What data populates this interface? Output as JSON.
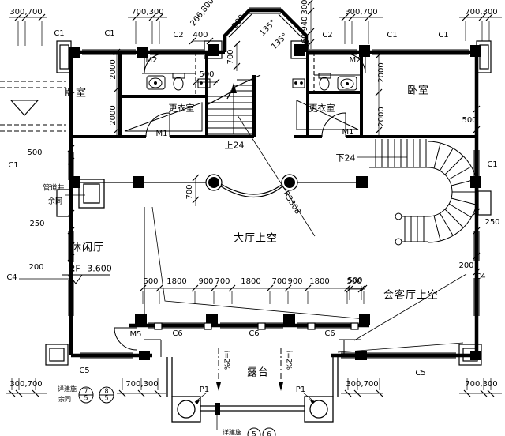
{
  "rooms": {
    "bedroom": "卧室",
    "dressing_room": "更衣室",
    "hall_void": "大厅上空",
    "leisure_hall": "休闲厅",
    "reception_void": "会客厅上空",
    "terrace": "露台"
  },
  "level_mark": {
    "floor": "2F",
    "elevation": "3.600"
  },
  "stairs": {
    "up_label": "上24",
    "down_label": "下24",
    "arc_radius": "R3308"
  },
  "doors": {
    "m1": "M1",
    "m2": "M2",
    "m5": "M5"
  },
  "windows": {
    "c1": "C1",
    "c2": "C2",
    "c4": "C4",
    "c5": "C5",
    "c6": "C6"
  },
  "columns": {
    "p1": "P1"
  },
  "slope_label": "i=2%",
  "notes": {
    "pipe_shaft": "管道井",
    "rest_same": "余同",
    "see_arch_detail": "详建施"
  },
  "callouts": {
    "c75_top": "7",
    "c75_bottom": "5",
    "c85_top": "8",
    "c85_bottom": "5",
    "c5": "5",
    "c6": "6"
  },
  "dims": {
    "d300_700": "300,700",
    "d700_300": "700,300",
    "d266_800": "266,800",
    "d135": "135°",
    "d200": "200",
    "d250": "250",
    "d300": "300",
    "d400": "400",
    "d500": "500",
    "d560": "560",
    "d700": "700",
    "d940": "940",
    "d2000": "2000",
    "bottom_string": [
      "500",
      "1800",
      "900",
      "700",
      "1800",
      "700",
      "900",
      "1800",
      "500"
    ]
  }
}
